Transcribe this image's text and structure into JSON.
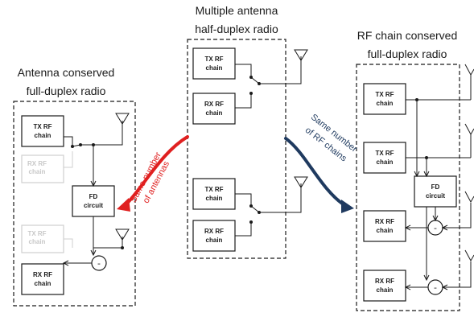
{
  "center": {
    "title_line1": "Multiple antenna",
    "title_line2": "half-duplex radio",
    "blocks": [
      {
        "line1": "TX RF",
        "line2": "chain"
      },
      {
        "line1": "RX RF",
        "line2": "chain"
      },
      {
        "line1": "TX RF",
        "line2": "chain"
      },
      {
        "line1": "RX RF",
        "line2": "chain"
      }
    ]
  },
  "left": {
    "title_line1": "Antenna conserved",
    "title_line2": "full-duplex radio",
    "blocks": [
      {
        "line1": "TX RF",
        "line2": "chain"
      },
      {
        "line1": "RX RF",
        "line2": "chain"
      },
      {
        "line1": "FD",
        "line2": "circuit"
      },
      {
        "line1": "TX RF",
        "line2": "chain"
      },
      {
        "line1": "RX RF",
        "line2": "chain"
      }
    ],
    "minus": "-"
  },
  "right": {
    "title_line1": "RF chain conserved",
    "title_line2": "full-duplex radio",
    "blocks": [
      {
        "line1": "TX RF",
        "line2": "chain"
      },
      {
        "line1": "TX RF",
        "line2": "chain"
      },
      {
        "line1": "FD",
        "line2": "circuit"
      },
      {
        "line1": "RX RF",
        "line2": "chain"
      },
      {
        "line1": "RX RF",
        "line2": "chain"
      }
    ],
    "minus": [
      "-",
      "-"
    ]
  },
  "arrows": {
    "left_line1": "Same number",
    "left_line2": "of antennas",
    "left_color": "#e02020",
    "right_line1": "Same number",
    "right_line2": "of RF chains",
    "right_color": "#1f3a5f"
  }
}
